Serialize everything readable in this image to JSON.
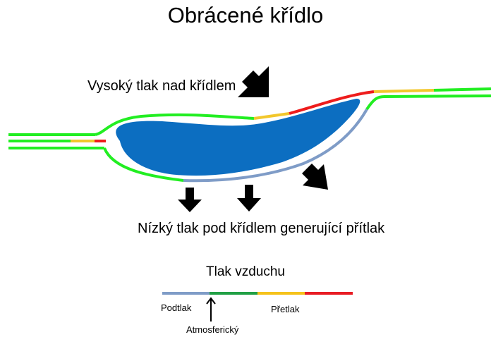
{
  "title": "Obrácené křídlo",
  "labels": {
    "high_pressure": "Vysoký tlak nad křídlem",
    "low_pressure": "Nízký tlak pod křídlem generující přítlak"
  },
  "legend": {
    "title": "Tlak vzduchu",
    "underpressure": "Podtlak",
    "overpressure": "Přetlak",
    "atmospheric": "Atmosferický",
    "scale_colors": [
      "#7f9cc7",
      "#21a045",
      "#f5c21b",
      "#e81c24"
    ]
  },
  "colors": {
    "wing": "#0c6ec1",
    "low_pressure_line": "#7f9cc7",
    "atmospheric_line": "#22ee22",
    "overpressure_line": "#f2c72c",
    "high_overpressure_line": "#ee1c1c",
    "arrow": "#000000"
  }
}
